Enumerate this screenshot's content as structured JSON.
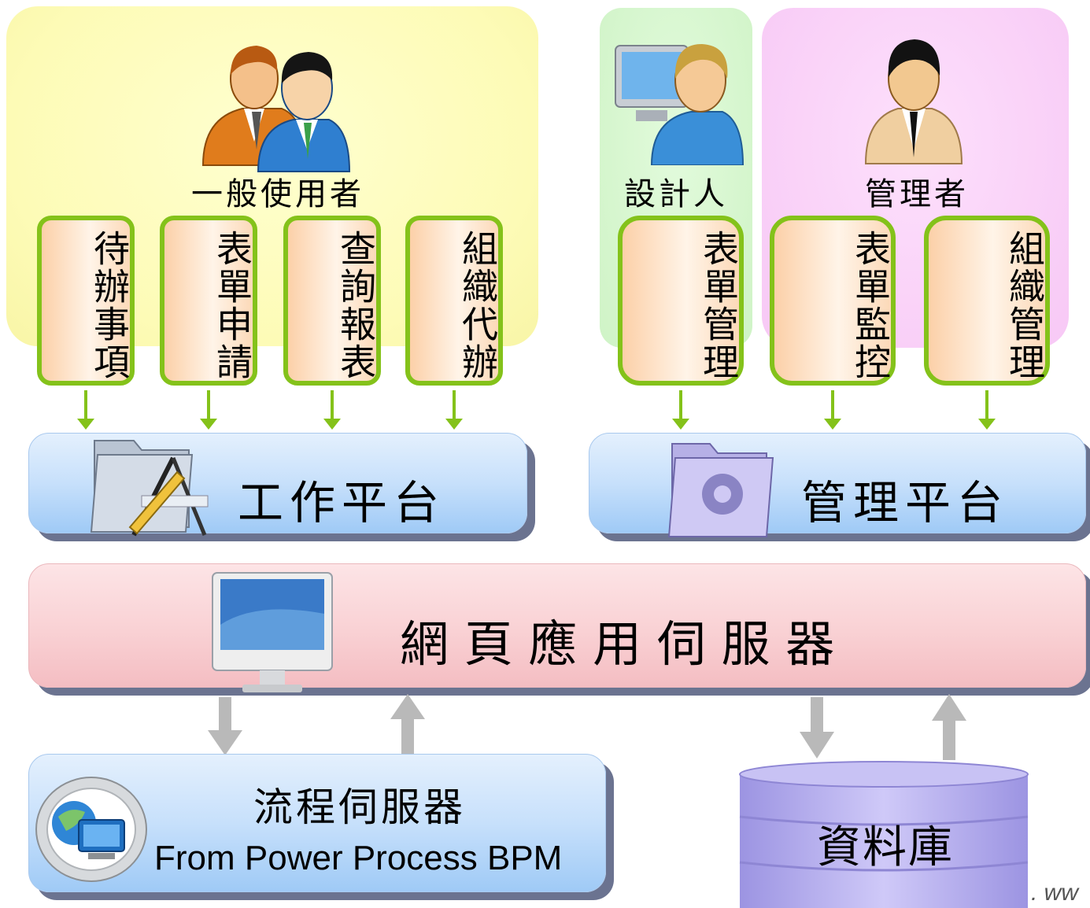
{
  "roles": {
    "general_user": "一般使用者",
    "designer": "設計人",
    "admin": "管理者"
  },
  "functions": {
    "general": [
      "待辦事項",
      "表單申請",
      "查詢報表",
      "組織代辦"
    ],
    "designer": [
      "表單管理"
    ],
    "admin": [
      "表單監控",
      "組織管理"
    ]
  },
  "platforms": {
    "work": "工作平台",
    "management": "管理平台"
  },
  "web_server": "網 頁 應 用 伺 服 器",
  "process_server": {
    "title": "流程伺服器",
    "subtitle": "From Power Process BPM"
  },
  "database": "資料庫",
  "footer_fragment": ". ww",
  "colors": {
    "function_border": "#84c21a",
    "general_panel": "#fdfcc0",
    "designer_panel": "#d4f7cc",
    "admin_panel": "#f9d0f8"
  },
  "icons": [
    "two-users-icon",
    "designer-computer-icon",
    "manager-icon",
    "application-folder-icon",
    "settings-folder-icon",
    "imac-monitor-icon",
    "globe-computer-icon",
    "database-cylinder-icon"
  ]
}
